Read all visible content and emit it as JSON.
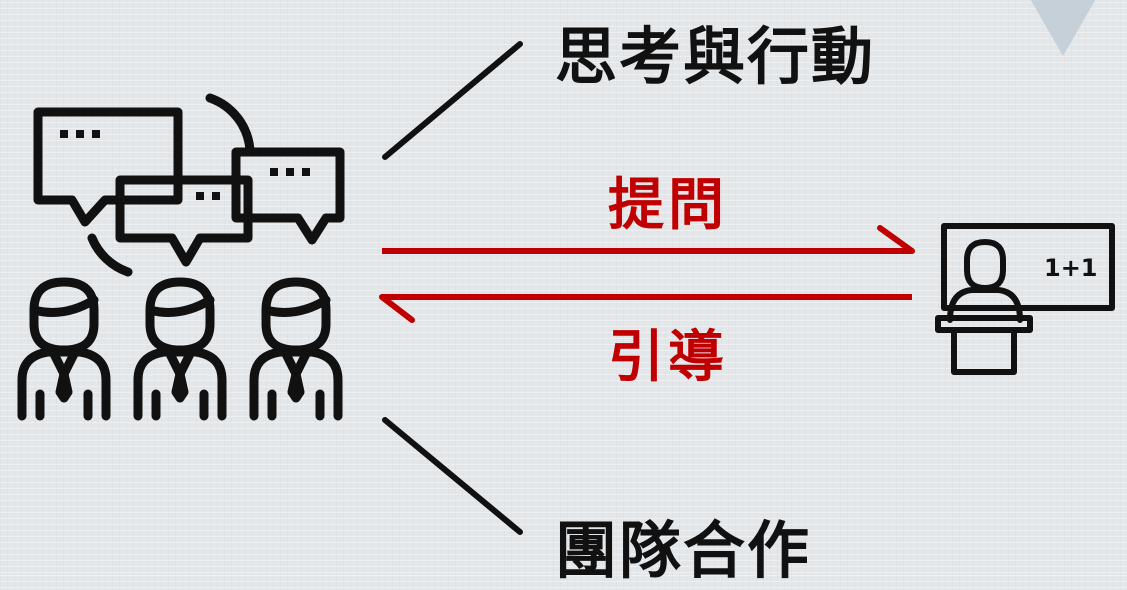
{
  "labels": {
    "thinking_action": "思考與行動",
    "ask": "提問",
    "guide": "引導",
    "teamwork": "團隊合作"
  },
  "board_text": "1+1",
  "colors": {
    "accent": "#c00000",
    "ink": "#111111",
    "corner": "#c6d0d8"
  },
  "icons": [
    "discussion-group-icon",
    "teacher-board-icon",
    "speech-bubble-icon",
    "person-icon"
  ]
}
